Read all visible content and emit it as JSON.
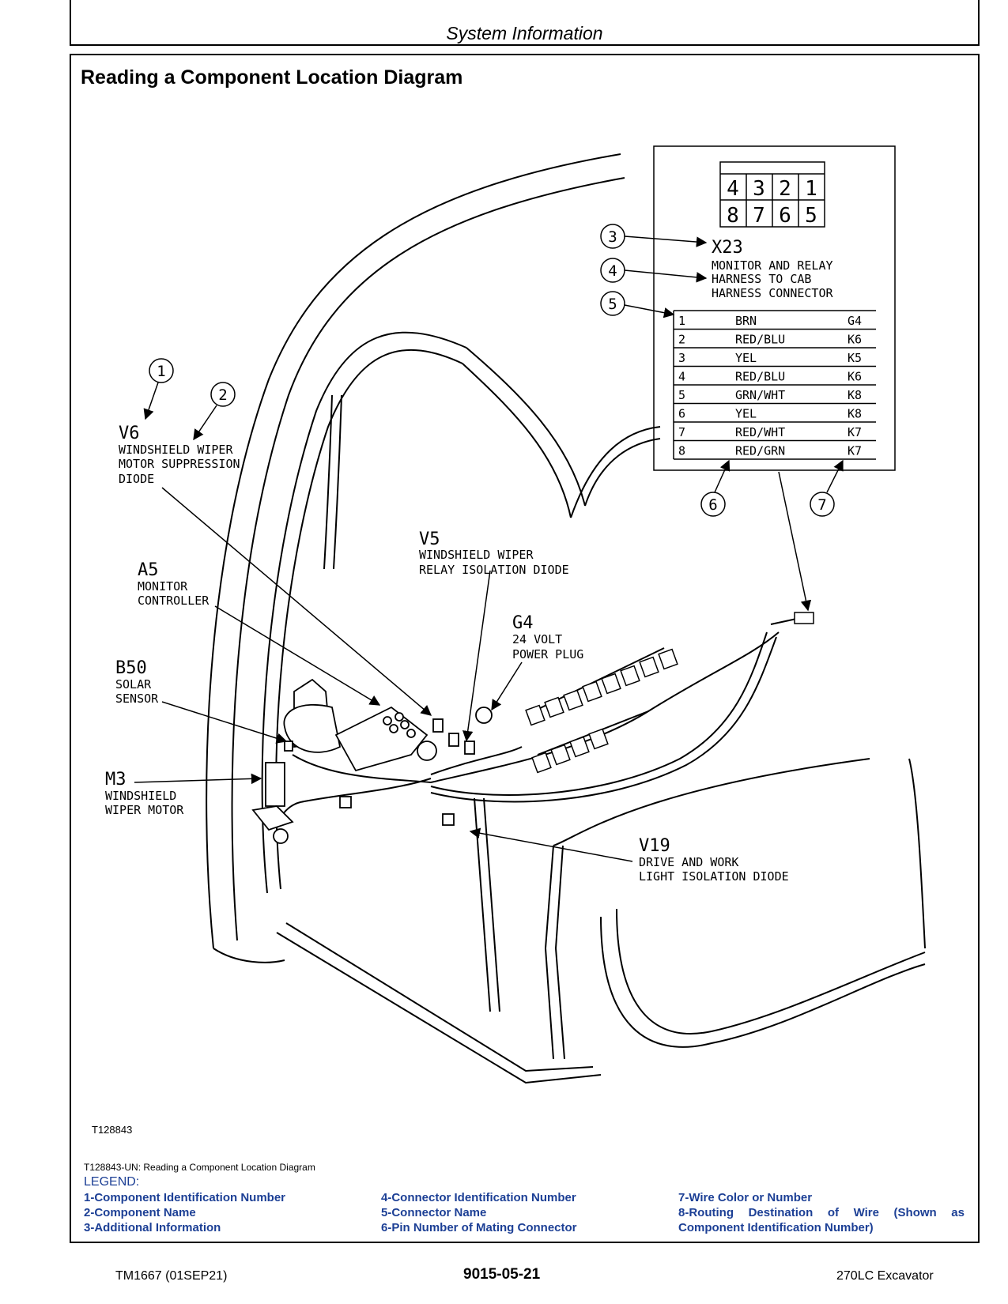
{
  "header": {
    "title": "System Information"
  },
  "page_title": "Reading a Component Location Diagram",
  "connector": {
    "pins_top": [
      "4",
      "3",
      "2",
      "1"
    ],
    "pins_bottom": [
      "8",
      "7",
      "6",
      "5"
    ],
    "id": "X23",
    "name_lines": [
      "MONITOR AND RELAY",
      "HARNESS TO CAB",
      "HARNESS CONNECTOR"
    ],
    "rows": [
      {
        "pin": "1",
        "wire": "BRN",
        "dest": "G4"
      },
      {
        "pin": "2",
        "wire": "RED/BLU",
        "dest": "K6"
      },
      {
        "pin": "3",
        "wire": "YEL",
        "dest": "K5"
      },
      {
        "pin": "4",
        "wire": "RED/BLU",
        "dest": "K6"
      },
      {
        "pin": "5",
        "wire": "GRN/WHT",
        "dest": "K8"
      },
      {
        "pin": "6",
        "wire": "YEL",
        "dest": "K8"
      },
      {
        "pin": "7",
        "wire": "RED/WHT",
        "dest": "K7"
      },
      {
        "pin": "8",
        "wire": "RED/GRN",
        "dest": "K7"
      }
    ]
  },
  "callouts": [
    "1",
    "2",
    "3",
    "4",
    "5",
    "6",
    "7"
  ],
  "components": {
    "v6": {
      "id": "V6",
      "lines": [
        "WINDSHIELD WIPER",
        "MOTOR SUPPRESSION",
        "DIODE"
      ]
    },
    "a5": {
      "id": "A5",
      "lines": [
        "MONITOR",
        "CONTROLLER"
      ]
    },
    "b50": {
      "id": "B50",
      "lines": [
        "SOLAR",
        "SENSOR"
      ]
    },
    "m3": {
      "id": "M3",
      "lines": [
        "WINDSHIELD",
        "WIPER MOTOR"
      ]
    },
    "v5": {
      "id": "V5",
      "lines": [
        "WINDSHIELD WIPER",
        "RELAY ISOLATION DIODE"
      ]
    },
    "g4": {
      "id": "G4",
      "lines": [
        "24 VOLT",
        "POWER PLUG"
      ]
    },
    "v19": {
      "id": "V19",
      "lines": [
        "DRIVE AND WORK",
        "LIGHT ISOLATION DIODE"
      ]
    }
  },
  "figure_id": "T128843",
  "caption": "T128843-UN: Reading a Component Location Diagram",
  "legend": {
    "title": "LEGEND:",
    "col1": [
      "1-Component Identification Number",
      "2-Component Name",
      "3-Additional Information"
    ],
    "col2": [
      "4-Connector Identification Number",
      "5-Connector Name",
      "6-Pin Number of Mating Connector"
    ],
    "col3": [
      "7-Wire Color or Number",
      "8-Routing Destination of Wire (Shown as",
      "Component Identification Number)"
    ]
  },
  "footer": {
    "left": "TM1667 (01SEP21)",
    "center": "9015-05-21",
    "right": "270LC Excavator"
  }
}
